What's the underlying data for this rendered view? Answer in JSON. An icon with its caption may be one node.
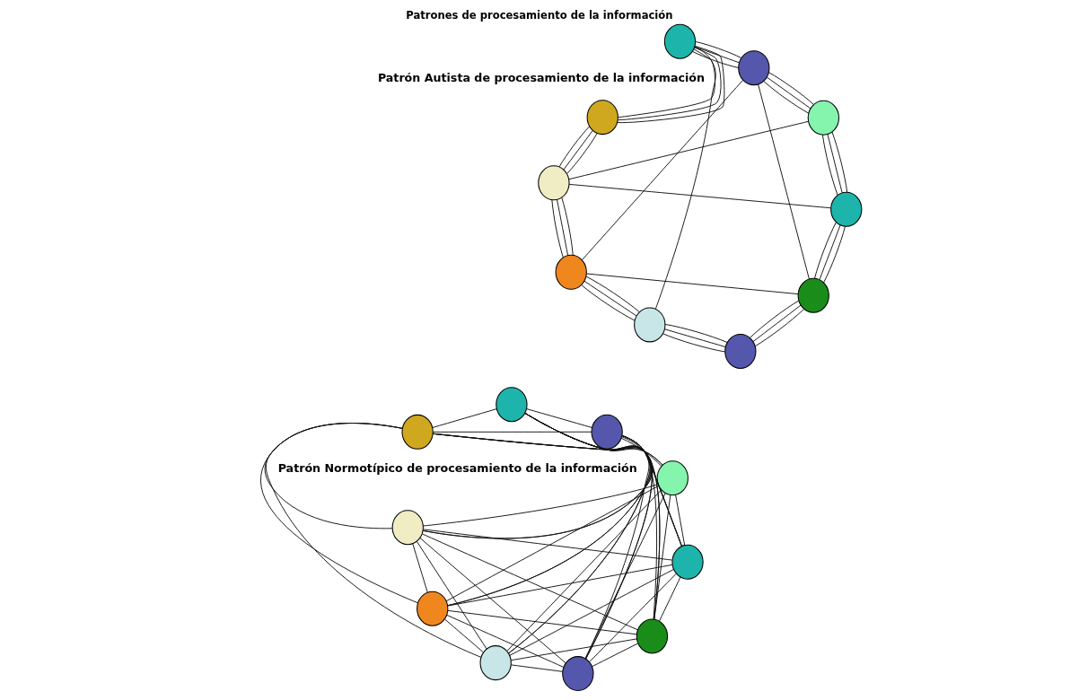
{
  "diagram": {
    "title": "Patrones de procesamiento de la información",
    "nodes": [
      {
        "text": [],
        "shape": "circle"
      },
      {
        "text": [],
        "shape": "circle"
      },
      {
        "text": [],
        "shape": "circle"
      },
      {
        "text": [],
        "shape": "circle"
      },
      {
        "text": [],
        "shape": "circle"
      },
      {
        "text": [],
        "shape": "circle"
      },
      {
        "text": [],
        "shape": "circle"
      },
      {
        "text": [],
        "shape": "circle"
      },
      {
        "text": [],
        "shape": "circle"
      },
      {
        "text": [],
        "shape": "circle"
      },
      {
        "text": [],
        "shape": "circle"
      },
      {
        "text": [],
        "shape": "circle"
      },
      {
        "text": [],
        "shape": "circle"
      },
      {
        "text": [],
        "shape": "circle"
      },
      {
        "text": [],
        "shape": "circle"
      },
      {
        "text": [],
        "shape": "circle"
      },
      {
        "text": [],
        "shape": "circle"
      },
      {
        "text": [],
        "shape": "circle"
      },
      {
        "text": [],
        "shape": "circle"
      },
      {
        "text": [],
        "shape": "circle"
      }
    ],
    "edges": [
      {
        "from": 0,
        "to": 1,
        "arrow": "none"
      },
      {
        "from": 0,
        "to": 2,
        "arrow": "none"
      },
      {
        "from": 0,
        "to": 3,
        "arrow": "none"
      },
      {
        "from": 0,
        "to": 4,
        "arrow": "none"
      },
      {
        "from": 0,
        "to": 5,
        "arrow": "none"
      },
      {
        "from": 0,
        "to": 6,
        "arrow": "none"
      },
      {
        "from": 0,
        "to": 7,
        "arrow": "none"
      },
      {
        "from": 0,
        "to": 8,
        "arrow": "none"
      },
      {
        "from": 0,
        "to": 9,
        "arrow": "none"
      },
      {
        "from": 1,
        "to": 2,
        "arrow": "none"
      },
      {
        "from": 1,
        "to": 3,
        "arrow": "none"
      },
      {
        "from": 1,
        "to": 4,
        "arrow": "none"
      },
      {
        "from": 1,
        "to": 5,
        "arrow": "none"
      },
      {
        "from": 1,
        "to": 6,
        "arrow": "none"
      },
      {
        "from": 1,
        "to": 7,
        "arrow": "none"
      },
      {
        "from": 1,
        "to": 8,
        "arrow": "none"
      },
      {
        "from": 1,
        "to": 9,
        "arrow": "none"
      },
      {
        "from": 2,
        "to": 3,
        "arrow": "none"
      },
      {
        "from": 2,
        "to": 4,
        "arrow": "none"
      },
      {
        "from": 2,
        "to": 5,
        "arrow": "none"
      },
      {
        "from": 2,
        "to": 6,
        "arrow": "none"
      },
      {
        "from": 2,
        "to": 7,
        "arrow": "none"
      },
      {
        "from": 2,
        "to": 8,
        "arrow": "none"
      },
      {
        "from": 2,
        "to": 9,
        "arrow": "none"
      },
      {
        "from": 3,
        "to": 4,
        "arrow": "none"
      },
      {
        "from": 3,
        "to": 5,
        "arrow": "none"
      },
      {
        "from": 3,
        "to": 6,
        "arrow": "none"
      },
      {
        "from": 3,
        "to": 7,
        "arrow": "none"
      },
      {
        "from": 3,
        "to": 8,
        "arrow": "none"
      },
      {
        "from": 3,
        "to": 9,
        "arrow": "none"
      },
      {
        "from": 4,
        "to": 5,
        "arrow": "none"
      },
      {
        "from": 4,
        "to": 6,
        "arrow": "none"
      },
      {
        "from": 4,
        "to": 7,
        "arrow": "none"
      },
      {
        "from": 4,
        "to": 8,
        "arrow": "none"
      },
      {
        "from": 4,
        "to": 9,
        "arrow": "none"
      },
      {
        "from": 5,
        "to": 6,
        "arrow": "none"
      },
      {
        "from": 5,
        "to": 7,
        "arrow": "none"
      },
      {
        "from": 5,
        "to": 8,
        "arrow": "none"
      },
      {
        "from": 5,
        "to": 9,
        "arrow": "none"
      },
      {
        "from": 6,
        "to": 7,
        "arrow": "none"
      },
      {
        "from": 6,
        "to": 8,
        "arrow": "none"
      },
      {
        "from": 6,
        "to": 9,
        "arrow": "none"
      },
      {
        "from": 7,
        "to": 8,
        "arrow": "none"
      },
      {
        "from": 7,
        "to": 9,
        "arrow": "none"
      },
      {
        "from": 8,
        "to": 9,
        "arrow": "none"
      },
      {
        "from": 10,
        "to": 11,
        "arrow": "none"
      },
      {
        "from": 10,
        "to": 11,
        "arrow": "none"
      },
      {
        "from": 10,
        "to": 11,
        "arrow": "none"
      },
      {
        "from": 11,
        "to": 12,
        "arrow": "none"
      },
      {
        "from": 11,
        "to": 12,
        "arrow": "none"
      },
      {
        "from": 11,
        "to": 12,
        "arrow": "none"
      },
      {
        "from": 12,
        "to": 13,
        "arrow": "none"
      },
      {
        "from": 12,
        "to": 13,
        "arrow": "none"
      },
      {
        "from": 12,
        "to": 13,
        "arrow": "none"
      },
      {
        "from": 13,
        "to": 14,
        "arrow": "none"
      },
      {
        "from": 13,
        "to": 14,
        "arrow": "none"
      },
      {
        "from": 13,
        "to": 14,
        "arrow": "none"
      },
      {
        "from": 14,
        "to": 15,
        "arrow": "none"
      },
      {
        "from": 14,
        "to": 15,
        "arrow": "none"
      },
      {
        "from": 14,
        "to": 15,
        "arrow": "none"
      },
      {
        "from": 15,
        "to": 16,
        "arrow": "none"
      },
      {
        "from": 15,
        "to": 16,
        "arrow": "none"
      },
      {
        "from": 15,
        "to": 16,
        "arrow": "none"
      },
      {
        "from": 16,
        "to": 17,
        "arrow": "none"
      },
      {
        "from": 16,
        "to": 17,
        "arrow": "none"
      },
      {
        "from": 16,
        "to": 17,
        "arrow": "none"
      },
      {
        "from": 17,
        "to": 18,
        "arrow": "none"
      },
      {
        "from": 17,
        "to": 18,
        "arrow": "none"
      },
      {
        "from": 17,
        "to": 18,
        "arrow": "none"
      },
      {
        "from": 18,
        "to": 19,
        "arrow": "none"
      },
      {
        "from": 18,
        "to": 19,
        "arrow": "none"
      },
      {
        "from": 18,
        "to": 19,
        "arrow": "none"
      },
      {
        "from": 19,
        "to": 10,
        "arrow": "none"
      },
      {
        "from": 19,
        "to": 10,
        "arrow": "none"
      },
      {
        "from": 19,
        "to": 10,
        "arrow": "none"
      },
      {
        "from": 10,
        "to": 17,
        "arrow": "none"
      },
      {
        "from": 10,
        "to": 13,
        "arrow": "none"
      },
      {
        "from": 11,
        "to": 16,
        "arrow": "none"
      },
      {
        "from": 12,
        "to": 16,
        "arrow": "none"
      },
      {
        "from": 18,
        "to": 14,
        "arrow": "none"
      },
      {
        "from": 17,
        "to": 13,
        "arrow": "none"
      }
    ],
    "labels": [
      "Patrón Normotípico de procesamiento de la información",
      "Patrón Autista de procesamiento de la información"
    ]
  }
}
